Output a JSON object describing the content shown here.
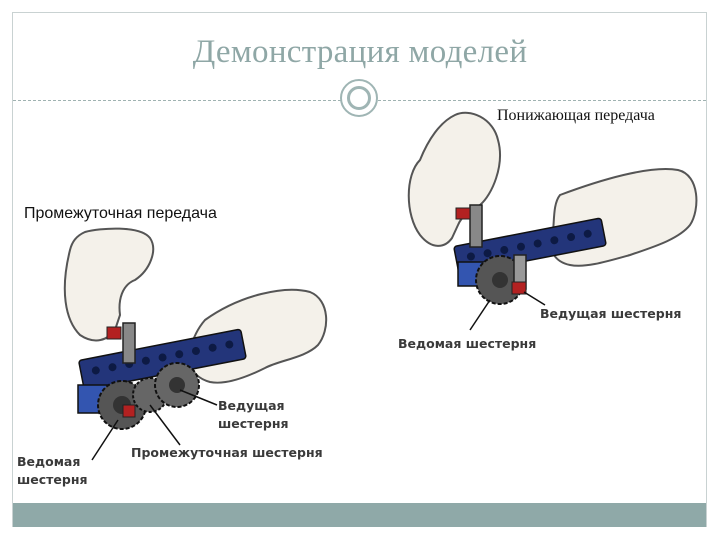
{
  "slide": {
    "title": "Демонстрация моделей",
    "colors": {
      "accent": "#8fa9a8",
      "title": "#8fa7a6"
    }
  },
  "left_model": {
    "caption": "Промежуточная передача",
    "labels": {
      "driving_line1": "Ведущая",
      "driving_line2": "шестерня",
      "idler": "Промежуточная шестерня",
      "driven_line1": "Ведомая",
      "driven_line2": "шестерня"
    }
  },
  "right_model": {
    "caption": "Понижающая передача",
    "labels": {
      "driving": "Ведущая шестерня",
      "driven": "Ведомая шестерня"
    }
  }
}
